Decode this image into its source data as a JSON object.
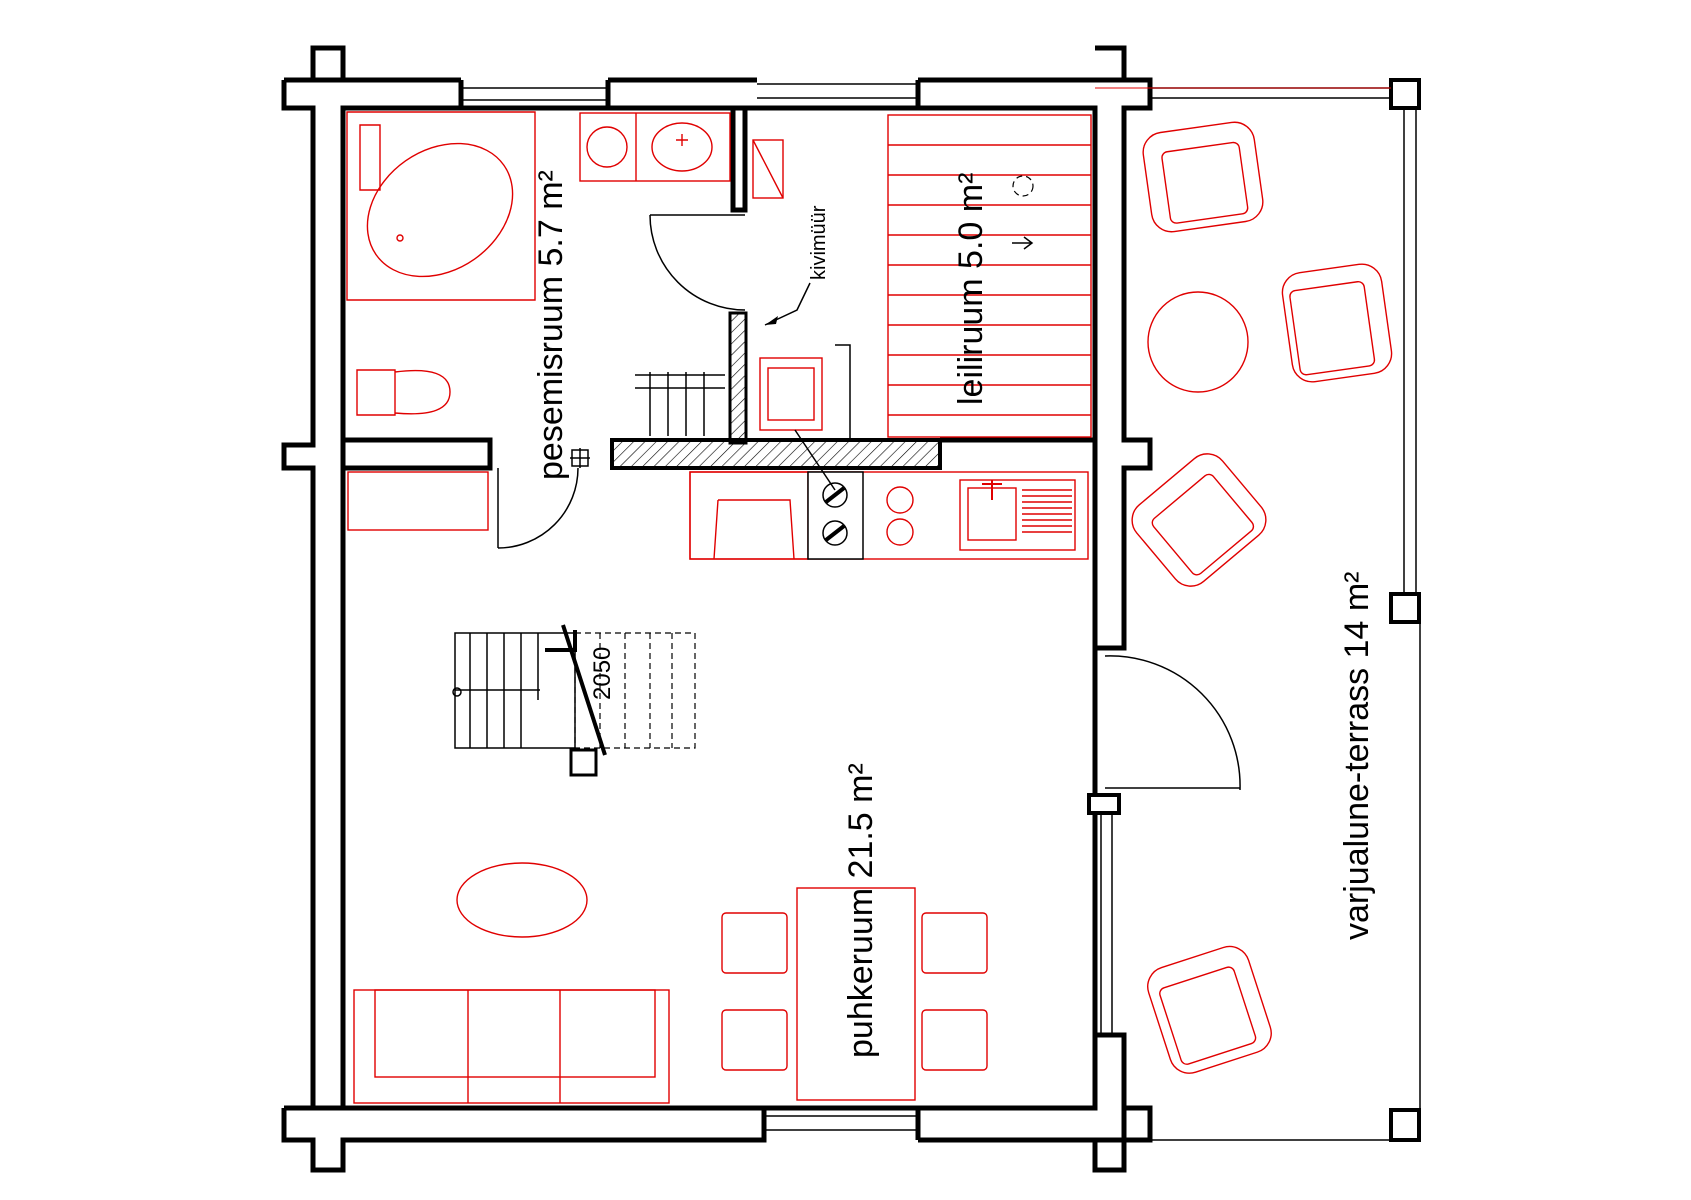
{
  "rooms": {
    "washroom": "pesemisruum 5.7 m²",
    "sauna": "leiliruum 5.0 m²",
    "lounge": "puhkeruum 21.5 m²",
    "terrace": "varjualune-terrass 14 m²"
  },
  "annotations": {
    "stone_wall": "kivimüür",
    "stair_dimension": "2050"
  },
  "colors": {
    "walls": "#000000",
    "furniture": "#e00000"
  }
}
